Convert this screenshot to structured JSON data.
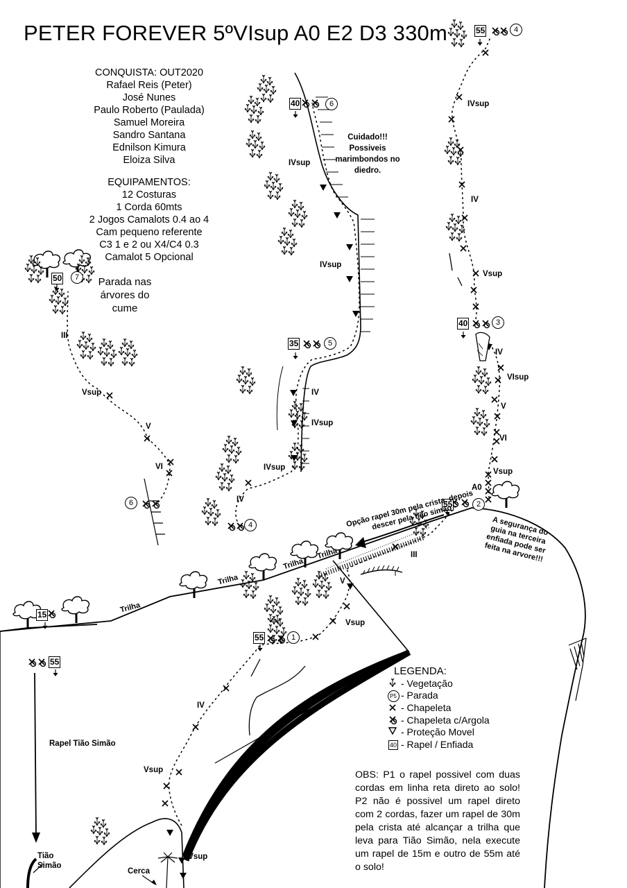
{
  "title": "PETER FOREVER 5ºVIsup A0 E2 D3 330m",
  "credits": {
    "conquista": "CONQUISTA: OUT2020",
    "names": [
      "Rafael Reis (Peter)",
      "José Nunes",
      "Paulo Roberto (Paulada)",
      "Samuel Moreira",
      "Sandro Santana",
      "Ednilson Kimura",
      "Eloiza Silva"
    ],
    "equip_title": "EQUIPAMENTOS:",
    "equipment": [
      "12 Costuras",
      "1 Corda 60mts",
      "2 Jogos Camalots 0.4 ao 4",
      "Cam pequeno referente",
      "C3 1 e 2  ou X4/C4 0.3",
      "Camalot 5 Opcional"
    ]
  },
  "notes": {
    "cume": "Parada nas árvores do cume",
    "warning": "Cuidado!!! Possiveis marimbondos no diedro.",
    "rapel_option": "Opção rapel 30m pela crista, depois descer pela tião simão",
    "belay_tree": "A segurança do guia na terceira enfiada pode ser feita na arvore!!!"
  },
  "stations": {
    "s1": {
      "rap": "55",
      "num": "1"
    },
    "s2": {
      "rap": "55",
      "num": "2"
    },
    "s3": {
      "rap": "40",
      "num": "3"
    },
    "s4": {
      "rap": "55",
      "num": "4"
    },
    "s4b": {
      "num": "4"
    },
    "s5": {
      "rap": "35",
      "num": "5"
    },
    "s6": {
      "rap": "40",
      "num": "6"
    },
    "s6b": {
      "num": "6"
    },
    "s7": {
      "rap": "50",
      "num": "7"
    },
    "r15": {
      "rap": "15"
    },
    "r55": {
      "rap": "55"
    }
  },
  "grades": {
    "p1_v": "V",
    "p1_vsup": "Vsup",
    "p1_iv": "IV",
    "p1_vsup2": "Vsup",
    "p1_ivsup": "IVsup",
    "p2_iii": "III",
    "p2_a0": "A0",
    "p3_vsup1": "Vsup",
    "p3_vi": "VI",
    "p3_v": "V",
    "p3_vsup2": "VIsup",
    "p3_iv": "IV",
    "p4_vsup": "Vsup",
    "p4_iv": "IV",
    "p4_ivsup": "IVsup",
    "pl_iv": "IV",
    "pl_ivsup": "IVsup",
    "pl_iv2": "IV",
    "pl_ivsup2": "IVsup",
    "pm_ivsup": "IVsup",
    "pm_ivsup2": "IVsup",
    "pr_iii": "III",
    "pr_vsup": "Vsup",
    "pr_v": "V",
    "pr_vi": "VI"
  },
  "labels": {
    "trilha": "Trilha",
    "rapel_tiao": "Rapel Tião Simão",
    "tiao_simao": "Tião Simão",
    "cerca": "Cerca"
  },
  "legend": {
    "title": "LEGENDA:",
    "items": [
      {
        "icon": "vegetation-icon",
        "label": "- Vegetação"
      },
      {
        "icon": "belay-station-icon",
        "label": "- Parada"
      },
      {
        "icon": "bolt-icon",
        "label": "- Chapeleta"
      },
      {
        "icon": "bolt-ring-icon",
        "label": "- Chapeleta c/Argola"
      },
      {
        "icon": "gear-placement-icon",
        "label": "- Proteção Movel"
      },
      {
        "icon": "rappel-icon",
        "label": "- Rapel / Enfiada"
      }
    ],
    "p5": "P5",
    "rap40": "40"
  },
  "obs": "OBS: P1 o rapel possivel com duas cordas em linha reta direto ao solo! P2 não é possivel um rapel direto com 2 cordas, fazer um rapel de 30m pela crista até alcançar a trilha que leva para Tião Simão, nela execute um rapel de 15m e outro de 55m até o solo!"
}
